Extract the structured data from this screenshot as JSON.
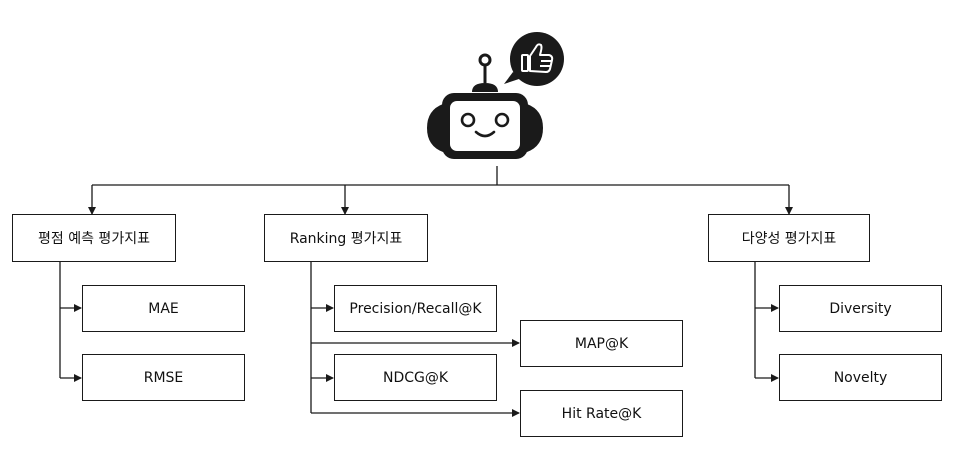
{
  "nodes": {
    "rating": {
      "label": "평점 예측 평가지표"
    },
    "ranking": {
      "label": "Ranking 평가지표"
    },
    "diversity_group": {
      "label": "다양성 평가지표"
    },
    "mae": {
      "label": "MAE"
    },
    "rmse": {
      "label": "RMSE"
    },
    "precision_recall": {
      "label": "Precision/Recall@K"
    },
    "map": {
      "label": "MAP@K"
    },
    "ndcg": {
      "label": "NDCG@K"
    },
    "hit_rate": {
      "label": "Hit Rate@K"
    },
    "diversity": {
      "label": "Diversity"
    },
    "novelty": {
      "label": "Novelty"
    }
  },
  "icons": {
    "root": "robot-icon",
    "bubble": "thumbs-up-icon"
  },
  "colors": {
    "line": "#1a1a1a",
    "box_border": "#1a1a1a",
    "background": "#ffffff"
  }
}
